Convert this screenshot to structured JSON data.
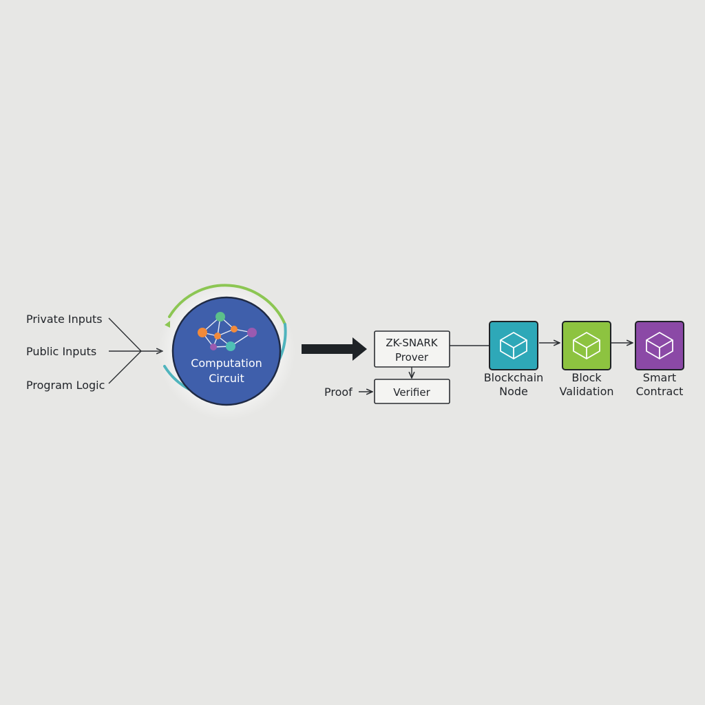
{
  "inputs": [
    {
      "label": "Private Inputs"
    },
    {
      "label": "Public Inputs"
    },
    {
      "label": "Program Logic"
    }
  ],
  "circuit": {
    "line1": "Computation",
    "line2": "Circuit",
    "fill_color": "#3f5fab",
    "ring_colors": [
      "#8cc653",
      "#4fb4bd"
    ]
  },
  "prover": {
    "line1": "ZK-SNARK",
    "line2": "Prover"
  },
  "verifier": {
    "label": "Verifier"
  },
  "proof": {
    "label": "Proof"
  },
  "chain": [
    {
      "line1": "Blockchain",
      "line2": "Node",
      "color": "#2ea8b8",
      "icon": "cube-icon"
    },
    {
      "line1": "Block",
      "line2": "Validation",
      "color": "#8dc340",
      "icon": "cube-icon"
    },
    {
      "line1": "Smart",
      "line2": "Contract",
      "color": "#8b49a6",
      "icon": "cube-icon"
    }
  ]
}
